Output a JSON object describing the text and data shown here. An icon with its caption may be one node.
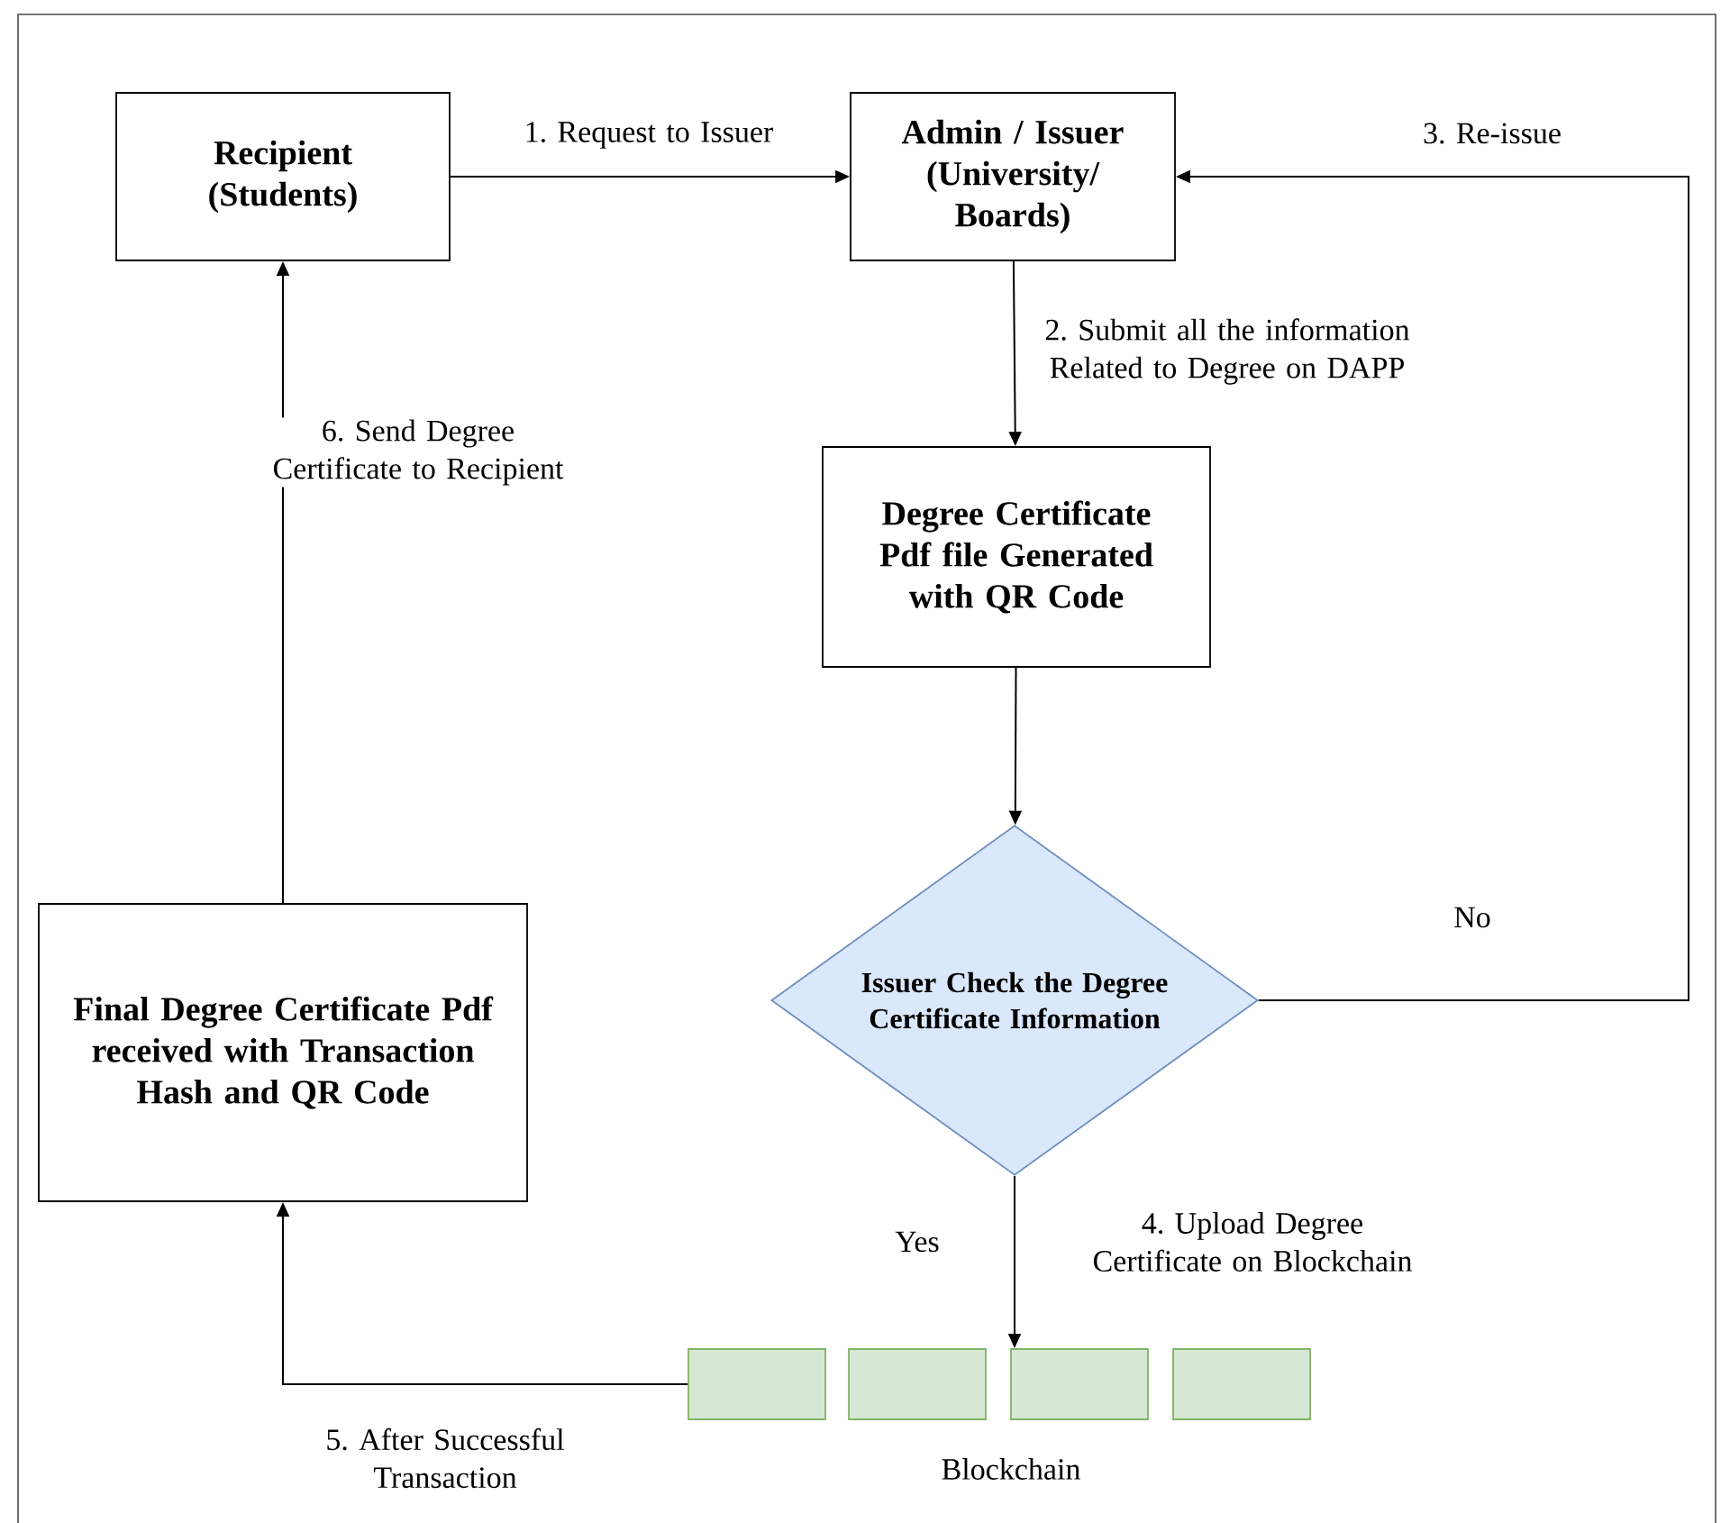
{
  "diagram": {
    "nodes": [
      {
        "text": [
          "Recipient (Students)"
        ]
      },
      {
        "text": [
          "Admin / Issuer (University/ Boards)"
        ]
      },
      {
        "text": [
          "Degree Certificate Pdf file Generated with QR Code"
        ]
      },
      {
        "text": [
          "Issuer Check the Degree Certificate Information"
        ]
      },
      {
        "text": [
          "Final Degree Certificate Pdf received with Transaction Hash and QR Code"
        ]
      },
      {
        "text": [],
        "shape": "box"
      },
      {
        "text": [],
        "shape": "box"
      },
      {
        "text": [],
        "shape": "box"
      },
      {
        "text": [],
        "shape": "box"
      }
    ],
    "edges": [
      {
        "from": 0,
        "to": 1,
        "arrow": "to",
        "label": "1. Request to Issuer"
      },
      {
        "from": 1,
        "to": 2,
        "arrow": "to",
        "label": "2. Submit all the information Related to Degree on DAPP"
      },
      {
        "from": 2,
        "to": 3,
        "arrow": "to"
      },
      {
        "from": 3,
        "to": 1,
        "arrow": "to",
        "label": "3. Re-issue"
      },
      {
        "from": 3,
        "to": 7,
        "arrow": "to",
        "label": "4. Upload Degree Certificate on Blockchain"
      },
      {
        "from": 5,
        "to": 4,
        "arrow": "to",
        "label": "5. After Successful Transaction"
      },
      {
        "from": 4,
        "to": 0,
        "arrow": "to",
        "label": "6. Send Degree Certificate to Recipient"
      }
    ],
    "labels": [
      "No",
      "Yes",
      "Blockchain"
    ]
  }
}
